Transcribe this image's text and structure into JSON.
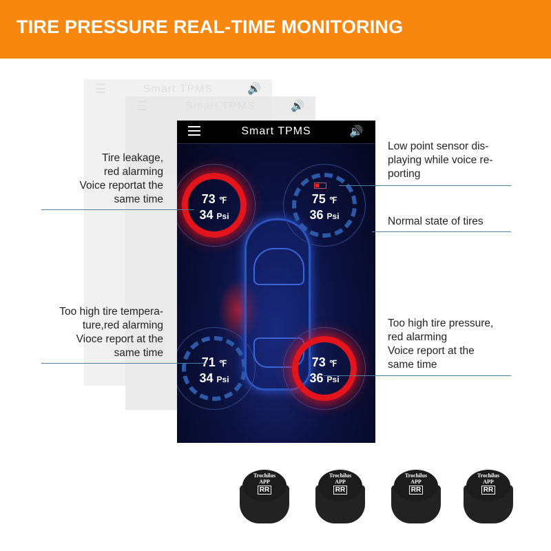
{
  "banner": {
    "title": "TIRE PRESSURE REAL-TIME MONITORING",
    "color": "#f7870f"
  },
  "app": {
    "title": "Smart TPMS",
    "menu_icon": "hamburger-icon",
    "sound_icon": "speaker-icon"
  },
  "tires": [
    {
      "position": "front-left",
      "temp": "73",
      "temp_unit": "℉",
      "pressure": "34",
      "pressure_unit": "Psi",
      "state": "alarm"
    },
    {
      "position": "front-right",
      "temp": "75",
      "temp_unit": "℉",
      "pressure": "36",
      "pressure_unit": "Psi",
      "state": "low-battery"
    },
    {
      "position": "rear-left",
      "temp": "71",
      "temp_unit": "℉",
      "pressure": "34",
      "pressure_unit": "Psi",
      "state": "normal"
    },
    {
      "position": "rear-right",
      "temp": "73",
      "temp_unit": "℉",
      "pressure": "36",
      "pressure_unit": "Psi",
      "state": "alarm"
    }
  ],
  "annotations": {
    "leak": [
      "Tire leakage,",
      "red alarming",
      "Voice reportat the",
      "same time"
    ],
    "low_sensor": [
      "Low point sensor dis-",
      "playing while voice re-",
      "porting"
    ],
    "normal": [
      "Normal state of tires"
    ],
    "high_temp": [
      "Too high tire tempera-",
      "ture,red alarming",
      "Vioce report at the",
      "same time"
    ],
    "high_pressure": [
      "Too high tire pressure,",
      "red alarming",
      "Voice report at the",
      "same time"
    ]
  },
  "sensors": {
    "brand": "Trochilus",
    "app_label": "APP",
    "position_label": "RR",
    "count": 4
  },
  "colors": {
    "alarm": "#e4141c",
    "normal": "#2c5aa8"
  }
}
